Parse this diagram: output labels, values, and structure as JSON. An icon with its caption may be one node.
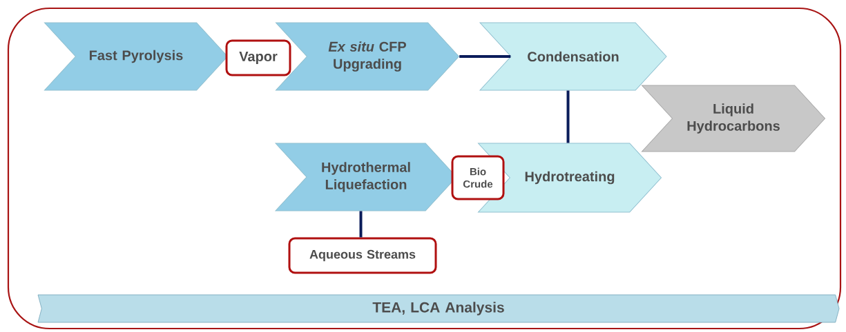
{
  "diagram": {
    "nodes": [
      {
        "text": [
          "Fast Pyrolysis"
        ]
      },
      {
        "text": [
          "Vapor"
        ]
      },
      {
        "text": [
          "*Ex situ* CFP Upgrading"
        ]
      },
      {
        "text": [
          "Condensation"
        ]
      },
      {
        "text": [
          "Liquid Hydrocarbons"
        ]
      },
      {
        "text": [
          "Hydrothermal Liquefaction"
        ]
      },
      {
        "text": [
          "Bio Crude"
        ]
      },
      {
        "text": [
          "Hydrotreating"
        ]
      },
      {
        "text": [
          "Aqueous Streams"
        ]
      },
      {
        "text": [
          "TEA, LCA Analysis"
        ]
      }
    ],
    "edges": [
      {
        "from": 2,
        "to": 3,
        "arrow": "none"
      },
      {
        "from": 3,
        "to": 7,
        "arrow": "none"
      },
      {
        "from": 5,
        "to": 8,
        "arrow": "none"
      }
    ]
  }
}
